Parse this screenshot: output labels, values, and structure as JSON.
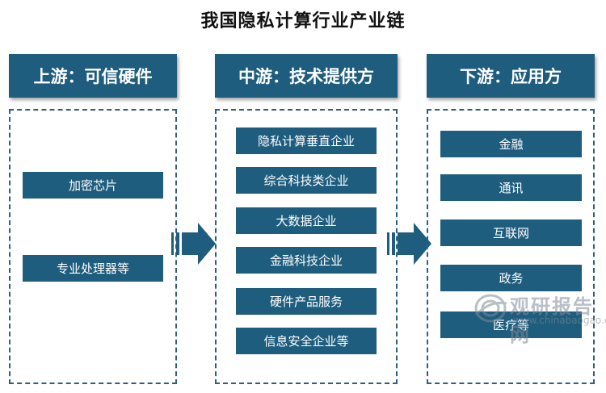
{
  "title": "我国隐私计算行业产业链",
  "colors": {
    "primary": "#1f5d7e",
    "border": "#2f5e80",
    "arrow": "#1f5d7e",
    "watermark": "#7f8c99"
  },
  "columns": [
    {
      "header": "上游：可信硬件",
      "items": [
        "加密芯片",
        "专业处理器等"
      ]
    },
    {
      "header": "中游：技术提供方",
      "items": [
        "隐私计算垂直企业",
        "综合科技类企业",
        "大数据企业",
        "金融科技企业",
        "硬件产品服务",
        "信息安全企业等"
      ]
    },
    {
      "header": "下游：应用方",
      "items": [
        "金融",
        "通讯",
        "互联网",
        "政务",
        "医疗等"
      ]
    }
  ],
  "watermark": {
    "brand": "观研报告网",
    "url": "www.chinabaogao.com",
    "icon": "globe-logo-icon"
  }
}
